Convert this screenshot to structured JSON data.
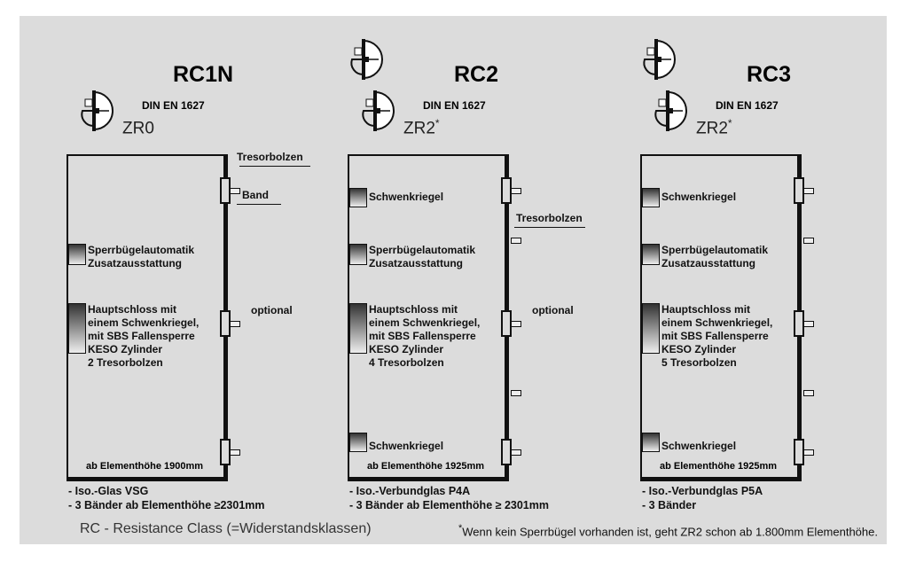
{
  "panels": [
    {
      "title": "RC1N",
      "standard": "DIN EN 1627",
      "zr": "ZR0",
      "zr_star": "",
      "callouts": {
        "tresorbolzen": "Tresorbolzen",
        "band": "Band",
        "optional": "optional"
      },
      "schwenk": "",
      "sperr": [
        "Sperrbügelautomatik",
        "Zusatzausstattung"
      ],
      "haupt": [
        "Hauptschloss mit",
        "einem Schwenkriegel,",
        "mit SBS Fallensperre",
        "KESO Zylinder",
        "2 Tresorbolzen"
      ],
      "height_note": "ab Elementhöhe 1900mm",
      "notes": [
        "- Iso.-Glas VSG",
        "- 3 Bänder ab Elementhöhe ≥2301mm"
      ]
    },
    {
      "title": "RC2",
      "standard": "DIN EN 1627",
      "zr": "ZR2",
      "zr_star": "*",
      "callouts": {
        "tresorbolzen": "Tresorbolzen",
        "optional": "optional"
      },
      "schwenk": "Schwenkriegel",
      "sperr": [
        "Sperrbügelautomatik",
        "Zusatzausstattung"
      ],
      "haupt": [
        "Hauptschloss mit",
        "einem Schwenkriegel,",
        "mit SBS Fallensperre",
        "KESO Zylinder",
        "4 Tresorbolzen"
      ],
      "height_note": "ab Elementhöhe 1925mm",
      "notes": [
        "- Iso.-Verbundglas P4A",
        "- 3 Bänder ab Elementhöhe ≥ 2301mm"
      ]
    },
    {
      "title": "RC3",
      "standard": "DIN EN 1627",
      "zr": "ZR2",
      "zr_star": "*",
      "schwenk": "Schwenkriegel",
      "sperr": [
        "Sperrbügelautomatik",
        "Zusatzausstattung"
      ],
      "haupt": [
        "Hauptschloss mit",
        "einem Schwenkriegel,",
        "mit SBS Fallensperre",
        "KESO Zylinder",
        "5 Tresorbolzen"
      ],
      "height_note": "ab Elementhöhe 1925mm",
      "notes": [
        "- Iso.-Verbundglas P5A",
        "- 3 Bänder"
      ]
    }
  ],
  "footer": {
    "legend": "RC  - Resistance Class  (=Widerstandsklassen)",
    "footnote_star": "*",
    "footnote": "Wenn kein Sperrbügel vorhanden ist, geht ZR2 schon ab 1.800mm Elementhöhe."
  }
}
